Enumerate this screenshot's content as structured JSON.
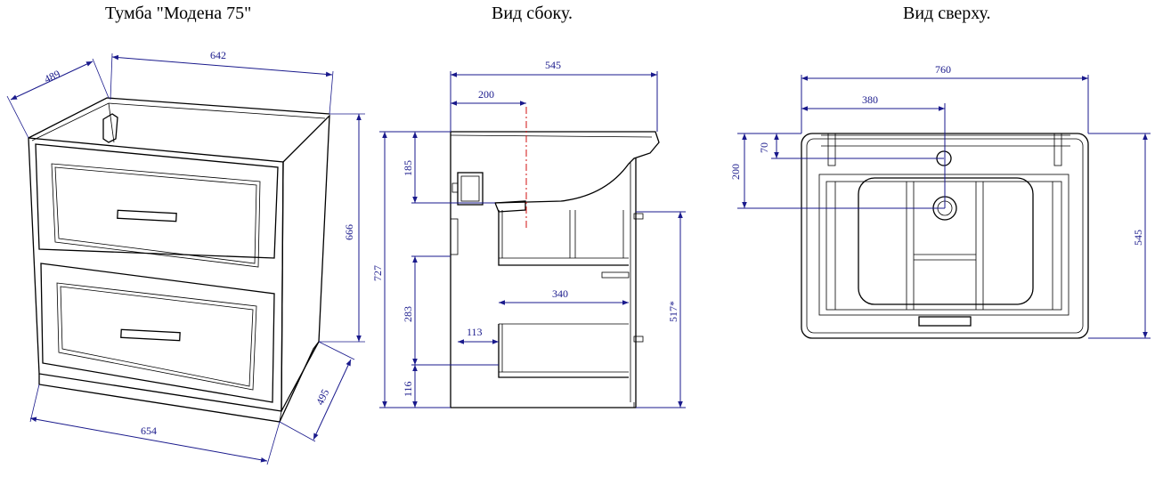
{
  "titles": {
    "perspective": "Тумба \"Модена 75\"",
    "side": "Вид сбоку.",
    "top": "Вид сверху."
  },
  "colors": {
    "dimension": "#1a1a8c",
    "outline": "#000000",
    "axis": "#d01010"
  },
  "perspective": {
    "depth_top": "489",
    "width_top": "642",
    "height": "666",
    "depth_base": "495",
    "width_base": "654"
  },
  "side": {
    "overall_depth": "545",
    "drain_offset": "200",
    "overall_height": "727",
    "top_zone": "185",
    "mid_zone": "283",
    "plinth": "116",
    "drawer_depth": "340",
    "drawer_offset": "113",
    "body_height": "517*"
  },
  "top": {
    "overall_width": "760",
    "center_offset": "380",
    "tap_offset": "70",
    "drain_offset": "200",
    "overall_depth": "545"
  }
}
